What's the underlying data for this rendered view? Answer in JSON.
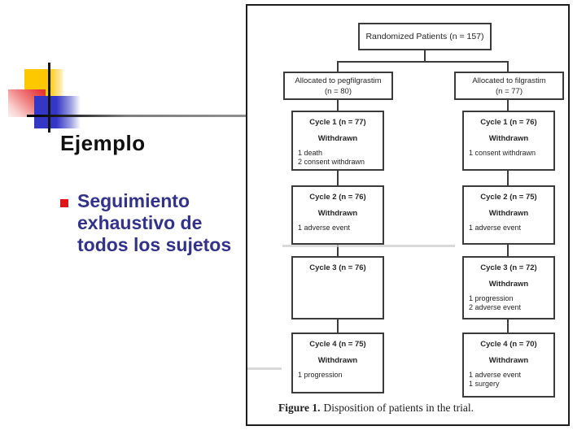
{
  "slide": {
    "title": "Ejemplo",
    "bullet": "Seguimiento exhaustivo de todos los sujetos"
  },
  "figure": {
    "root": "Randomized Patients (n = 157)",
    "caption_bold": "Figure 1.",
    "caption_rest": "Disposition of patients in the trial.",
    "arms": [
      {
        "allocation": "Allocated to pegfilgrastim",
        "allocation_n": "(n = 80)",
        "cycles": [
          {
            "title": "Cycle 1 (n = 77)",
            "withdrawn_label": "Withdrawn",
            "details": [
              "1 death",
              "2 consent withdrawn"
            ]
          },
          {
            "title": "Cycle 2 (n = 76)",
            "withdrawn_label": "Withdrawn",
            "details": [
              "1 adverse event"
            ]
          },
          {
            "title": "Cycle 3 (n = 76)",
            "withdrawn_label": "",
            "details": []
          },
          {
            "title": "Cycle 4 (n = 75)",
            "withdrawn_label": "Withdrawn",
            "details": [
              "1 progression"
            ]
          }
        ]
      },
      {
        "allocation": "Allocated to filgrastim",
        "allocation_n": "(n = 77)",
        "cycles": [
          {
            "title": "Cycle 1 (n = 76)",
            "withdrawn_label": "Withdrawn",
            "details": [
              "1 consent withdrawn"
            ]
          },
          {
            "title": "Cycle 2 (n = 75)",
            "withdrawn_label": "Withdrawn",
            "details": [
              "1 adverse event"
            ]
          },
          {
            "title": "Cycle 3 (n = 72)",
            "withdrawn_label": "Withdrawn",
            "details": [
              "1 progression",
              "2 adverse event"
            ]
          },
          {
            "title": "Cycle 4 (n = 70)",
            "withdrawn_label": "Withdrawn",
            "details": [
              "1 adverse event",
              "1 surgery"
            ]
          }
        ]
      }
    ]
  },
  "colors": {
    "accent_yellow": "#fdc800",
    "accent_red": "#e73434",
    "accent_blue": "#3436c6",
    "bullet_red": "#e01616",
    "bullet_text_navy": "#32328c",
    "title_black": "#101010",
    "line_gray": "#8f8f8f"
  }
}
